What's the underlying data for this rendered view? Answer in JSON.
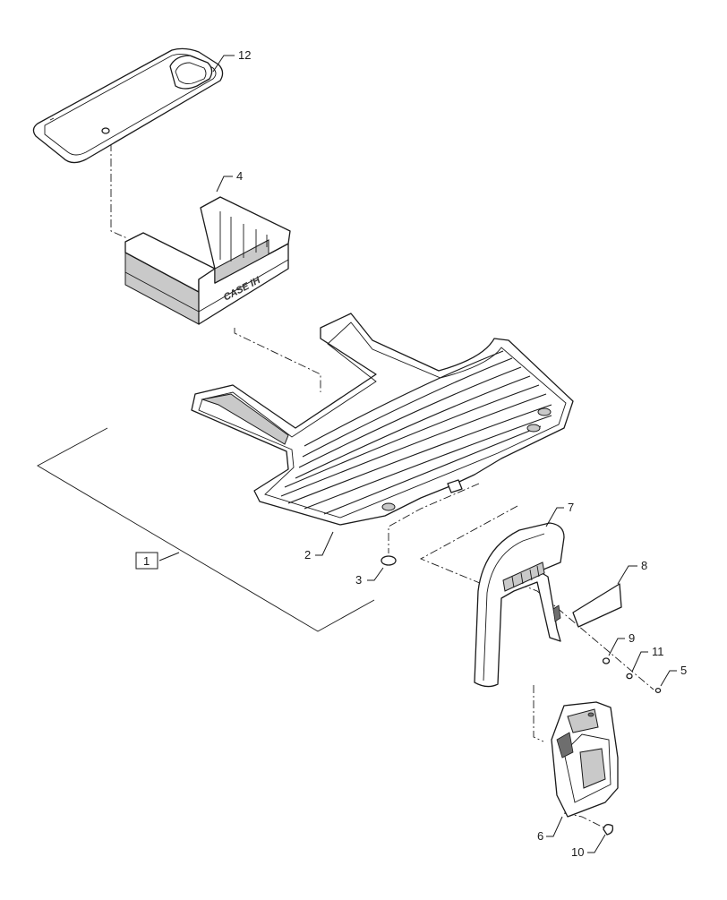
{
  "diagram": {
    "callouts": [
      {
        "id": "1",
        "label": "1",
        "boxed": true
      },
      {
        "id": "2",
        "label": "2"
      },
      {
        "id": "3",
        "label": "3"
      },
      {
        "id": "4",
        "label": "4"
      },
      {
        "id": "5",
        "label": "5"
      },
      {
        "id": "6",
        "label": "6"
      },
      {
        "id": "7",
        "label": "7"
      },
      {
        "id": "8",
        "label": "8"
      },
      {
        "id": "9",
        "label": "9"
      },
      {
        "id": "10",
        "label": "10"
      },
      {
        "id": "11",
        "label": "11"
      },
      {
        "id": "12",
        "label": "12"
      }
    ],
    "logo_text": "CASE IH"
  }
}
